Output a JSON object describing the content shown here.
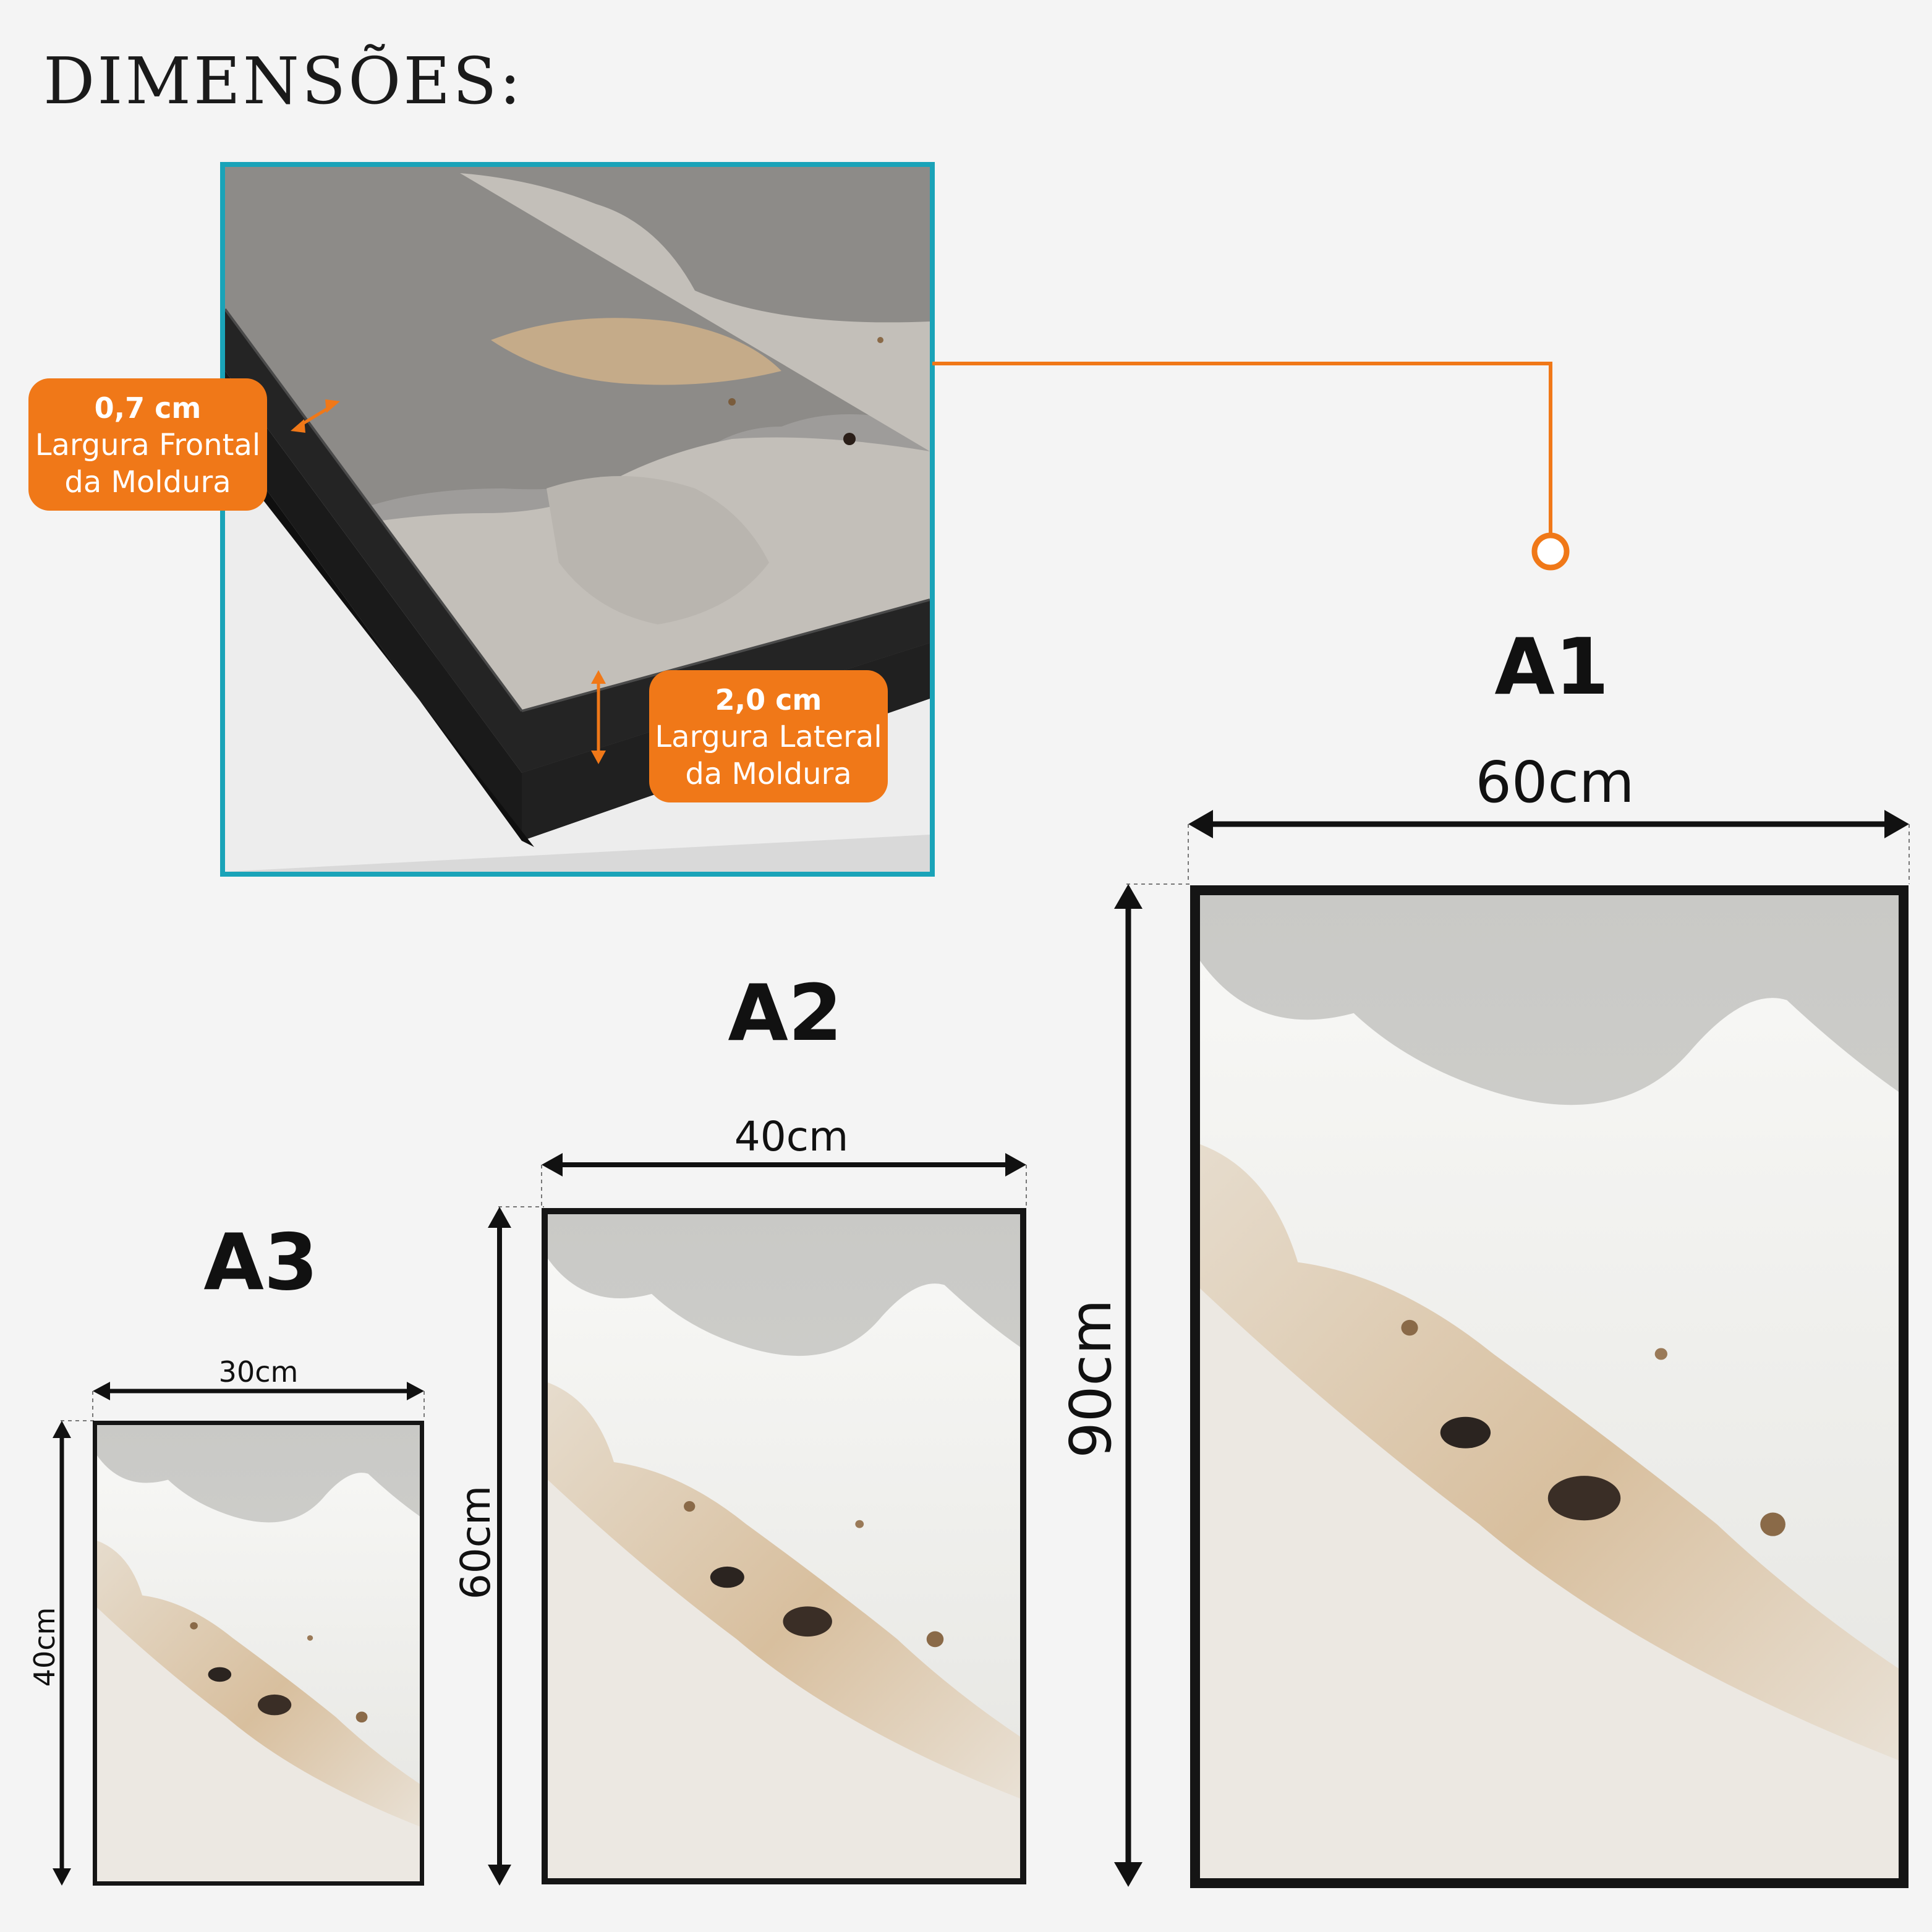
{
  "header": {
    "title": "DIMENSÕES:"
  },
  "detail": {
    "front_badge": {
      "value": "0,7 cm",
      "line1": "Largura Frontal",
      "line2": "da Moldura"
    },
    "side_badge": {
      "value": "2,0 cm",
      "line1": "Largura Lateral",
      "line2": "da Moldura"
    }
  },
  "sizes": {
    "a1": {
      "name": "A1",
      "width": "60cm",
      "height": "90cm"
    },
    "a2": {
      "name": "A2",
      "width": "40cm",
      "height": "60cm"
    },
    "a3": {
      "name": "A3",
      "width": "30cm",
      "height": "40cm"
    }
  },
  "colors": {
    "accent_orange": "#f07818",
    "detail_border": "#1aa3b8",
    "frame_black": "#151515",
    "background": "#f4f4f4"
  }
}
